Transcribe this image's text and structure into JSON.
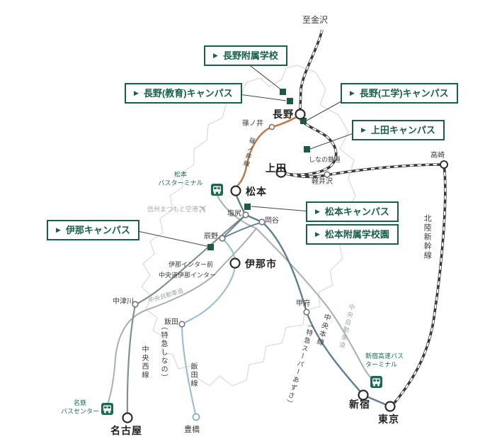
{
  "marker": "▶",
  "icons": {
    "airplane": "✈"
  },
  "campuses": [
    {
      "label": "長野附属学校"
    },
    {
      "label": "長野(教育)キャンパス"
    },
    {
      "label": "長野(工学)キャンパス"
    },
    {
      "label": "上田キャンパス"
    },
    {
      "label": "松本キャンパス"
    },
    {
      "label": "松本附属学校園"
    },
    {
      "label": "伊那キャンパス"
    }
  ],
  "stations": {
    "to_kanazawa": "至金沢",
    "nagano": "長野",
    "shinonoi": "篠ノ井",
    "ueda": "上田",
    "karuizawa": "軽井沢",
    "takasaki": "高崎",
    "matsumoto": "松本",
    "shiojiri": "塩尻",
    "okaya": "岡谷",
    "tatsuno": "辰野",
    "ina_shi": "伊那市",
    "nakatsugawa": "中津川",
    "kofu": "甲府",
    "iida": "飯田",
    "shinjuku": "新宿",
    "tokyo": "東京",
    "nagoya": "名古屋",
    "toyohashi": "豊橋"
  },
  "lines": {
    "shinonoi_line": "篠ノ井線",
    "shinano_railway": "しなの鉄道",
    "hokuriku_shinkansen": "北陸新幹線",
    "chuo_main_line": "中央本線",
    "super_azusa": "（特急スーパーあずさ）",
    "chuo_west_line": "中央西線",
    "ltd_exp_shinano": "（特急しなの）",
    "iida_line": "飯田線",
    "chuo_expwy_west": "中央自動車道",
    "chuo_expwy_east": "中央自動車道"
  },
  "facilities": {
    "matsumoto_bus_terminal": "松本\nバスターミナル",
    "shinshu_matsumoto_airport": "信州まつもと空港",
    "ina_inter_mae": "伊那インター前",
    "chuodo_ina_inter": "中央道伊那インター",
    "shinjuku_expwy_bus_terminal": "新宿高速バス\nターミナル",
    "meitetsu_bus_center": "名鉄\nバスセンター"
  },
  "colors": {
    "campus_green": "#18604a",
    "campus_square_green": "#1d5a43",
    "shinonoi_orange": "#c07845",
    "chuo_main_blue": "#5e7f92",
    "iida_light_blue": "#9cc0d2",
    "chuo_west_gray": "#7f9096",
    "road_gray": "#a8afaf",
    "rail_black": "#3a3a3a",
    "prefecture_outline": "#dcdcdc"
  }
}
